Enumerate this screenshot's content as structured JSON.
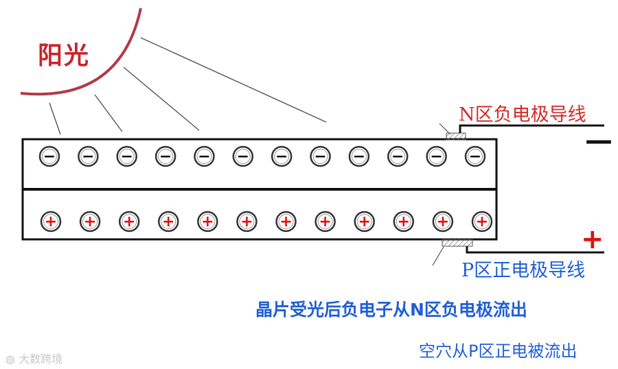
{
  "sun": {
    "label": "阳光",
    "color": "#c8252d"
  },
  "n_electrode": {
    "label": "N区负电极导线",
    "sign": "—",
    "color": "#d42a2a"
  },
  "p_electrode": {
    "label": "P区正电极导线",
    "sign": "+",
    "color": "#1f5fd6"
  },
  "n_layer": {
    "count": 12,
    "charge_symbol": "−"
  },
  "p_layer": {
    "count": 12,
    "charge_symbol": "+",
    "charge_color": "#e01010"
  },
  "captions": {
    "electron_flow": "晶片受光后负电子从N区负电极流出",
    "hole_flow": "空穴从P区正电被流出"
  },
  "watermark": "大数跨境"
}
